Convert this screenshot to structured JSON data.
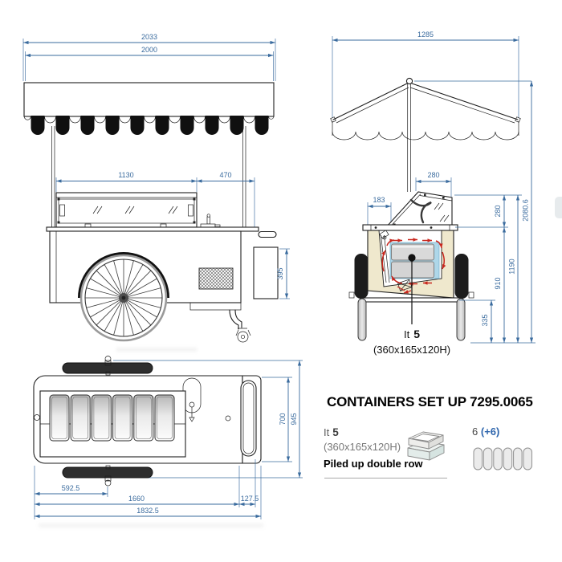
{
  "sheet": {
    "background": "#ffffff"
  },
  "colors": {
    "dimension_blue": "#3a6b9e",
    "drawing_line": "#1e1e1e",
    "insulation_cream": "#efe8cd",
    "cold_zone_blue": "#aed7e9",
    "airflow_red": "#c8251c",
    "count_extra_blue": "#2f66ad"
  },
  "views": {
    "side": {
      "dims": {
        "total_width": "2033",
        "awning_width": "2000",
        "case_width": "1130",
        "counter_width": "470",
        "box_height": "395"
      }
    },
    "front": {
      "dims": {
        "umbrella_width": "1285",
        "lid_top_width": "280",
        "lid_left": "183",
        "lid_height": "280",
        "body_height": "910",
        "axle_height": "335",
        "work_height": "1190",
        "total_height": "2080.6"
      },
      "label": {
        "it": "It",
        "qty": "5",
        "size": "(360x165x120H)"
      }
    },
    "top": {
      "dims": {
        "inner_width": "700",
        "outer_width": "945",
        "wheel_offset": "592.5",
        "body_length": "1660",
        "handle_length": "127.5",
        "total_length": "1832.5"
      }
    }
  },
  "panel": {
    "title": "CONTAINERS SET UP 7295.0065",
    "container": {
      "it": "It",
      "qty": "5",
      "size": "(360x165x120H)",
      "note": "Piled up double row"
    },
    "count": {
      "base": "6",
      "extra": "(+6)"
    }
  }
}
